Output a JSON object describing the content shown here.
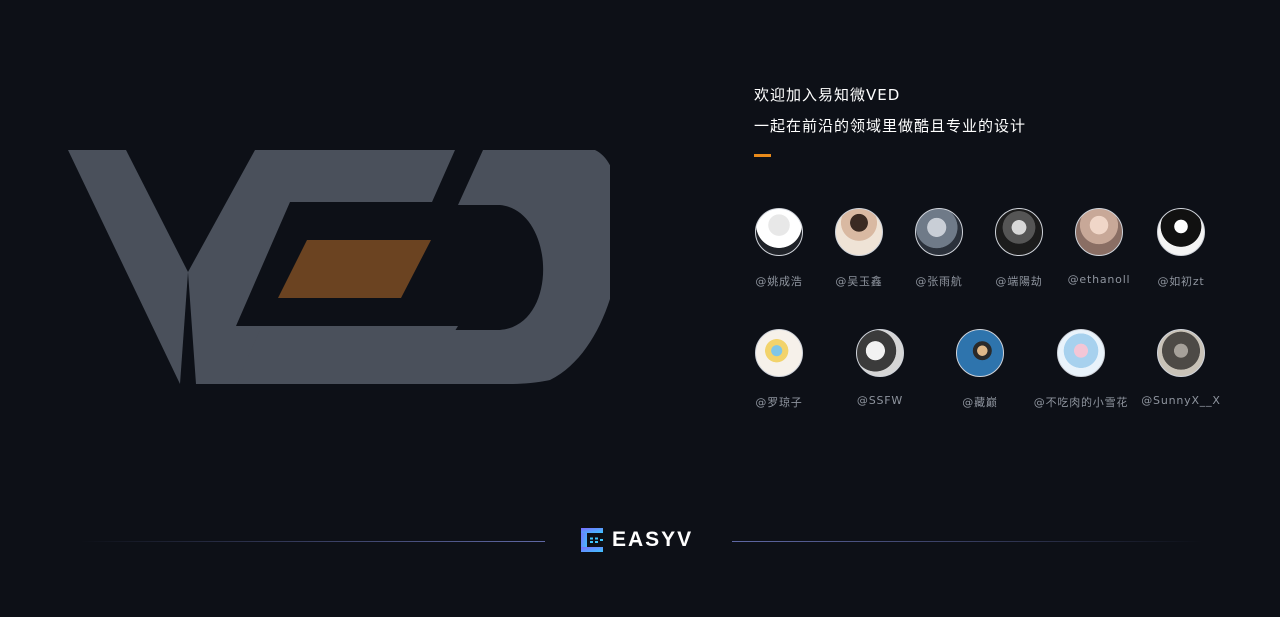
{
  "headline": {
    "line1": "欢迎加入易知微VED",
    "line2": "一起在前沿的领域里做酷且专业的设计"
  },
  "colors": {
    "background": "#0d1017",
    "logo_gray": "#4a505b",
    "logo_accent": "#6b4321",
    "accent_bar": "#e88a1a",
    "handle_text": "#8e949e"
  },
  "members_row1": [
    {
      "handle": "@姚成浩",
      "icon": "avatar-photo"
    },
    {
      "handle": "@吴玉鑫",
      "icon": "avatar-photo"
    },
    {
      "handle": "@张雨航",
      "icon": "avatar-photo"
    },
    {
      "handle": "@端陽劫",
      "icon": "avatar-photo"
    },
    {
      "handle": "@ethanoll",
      "icon": "avatar-photo"
    },
    {
      "handle": "@如初zt",
      "icon": "avatar-photo"
    }
  ],
  "members_row2": [
    {
      "handle": "@罗琼子",
      "icon": "avatar-photo"
    },
    {
      "handle": "@SSFW",
      "icon": "avatar-photo"
    },
    {
      "handle": "@藏巅",
      "icon": "avatar-photo"
    },
    {
      "handle": "@不吃肉的小雪花",
      "icon": "avatar-photo"
    },
    {
      "handle": "@SunnyX__X",
      "icon": "avatar-photo"
    }
  ],
  "footer": {
    "brand": "EASYV"
  }
}
